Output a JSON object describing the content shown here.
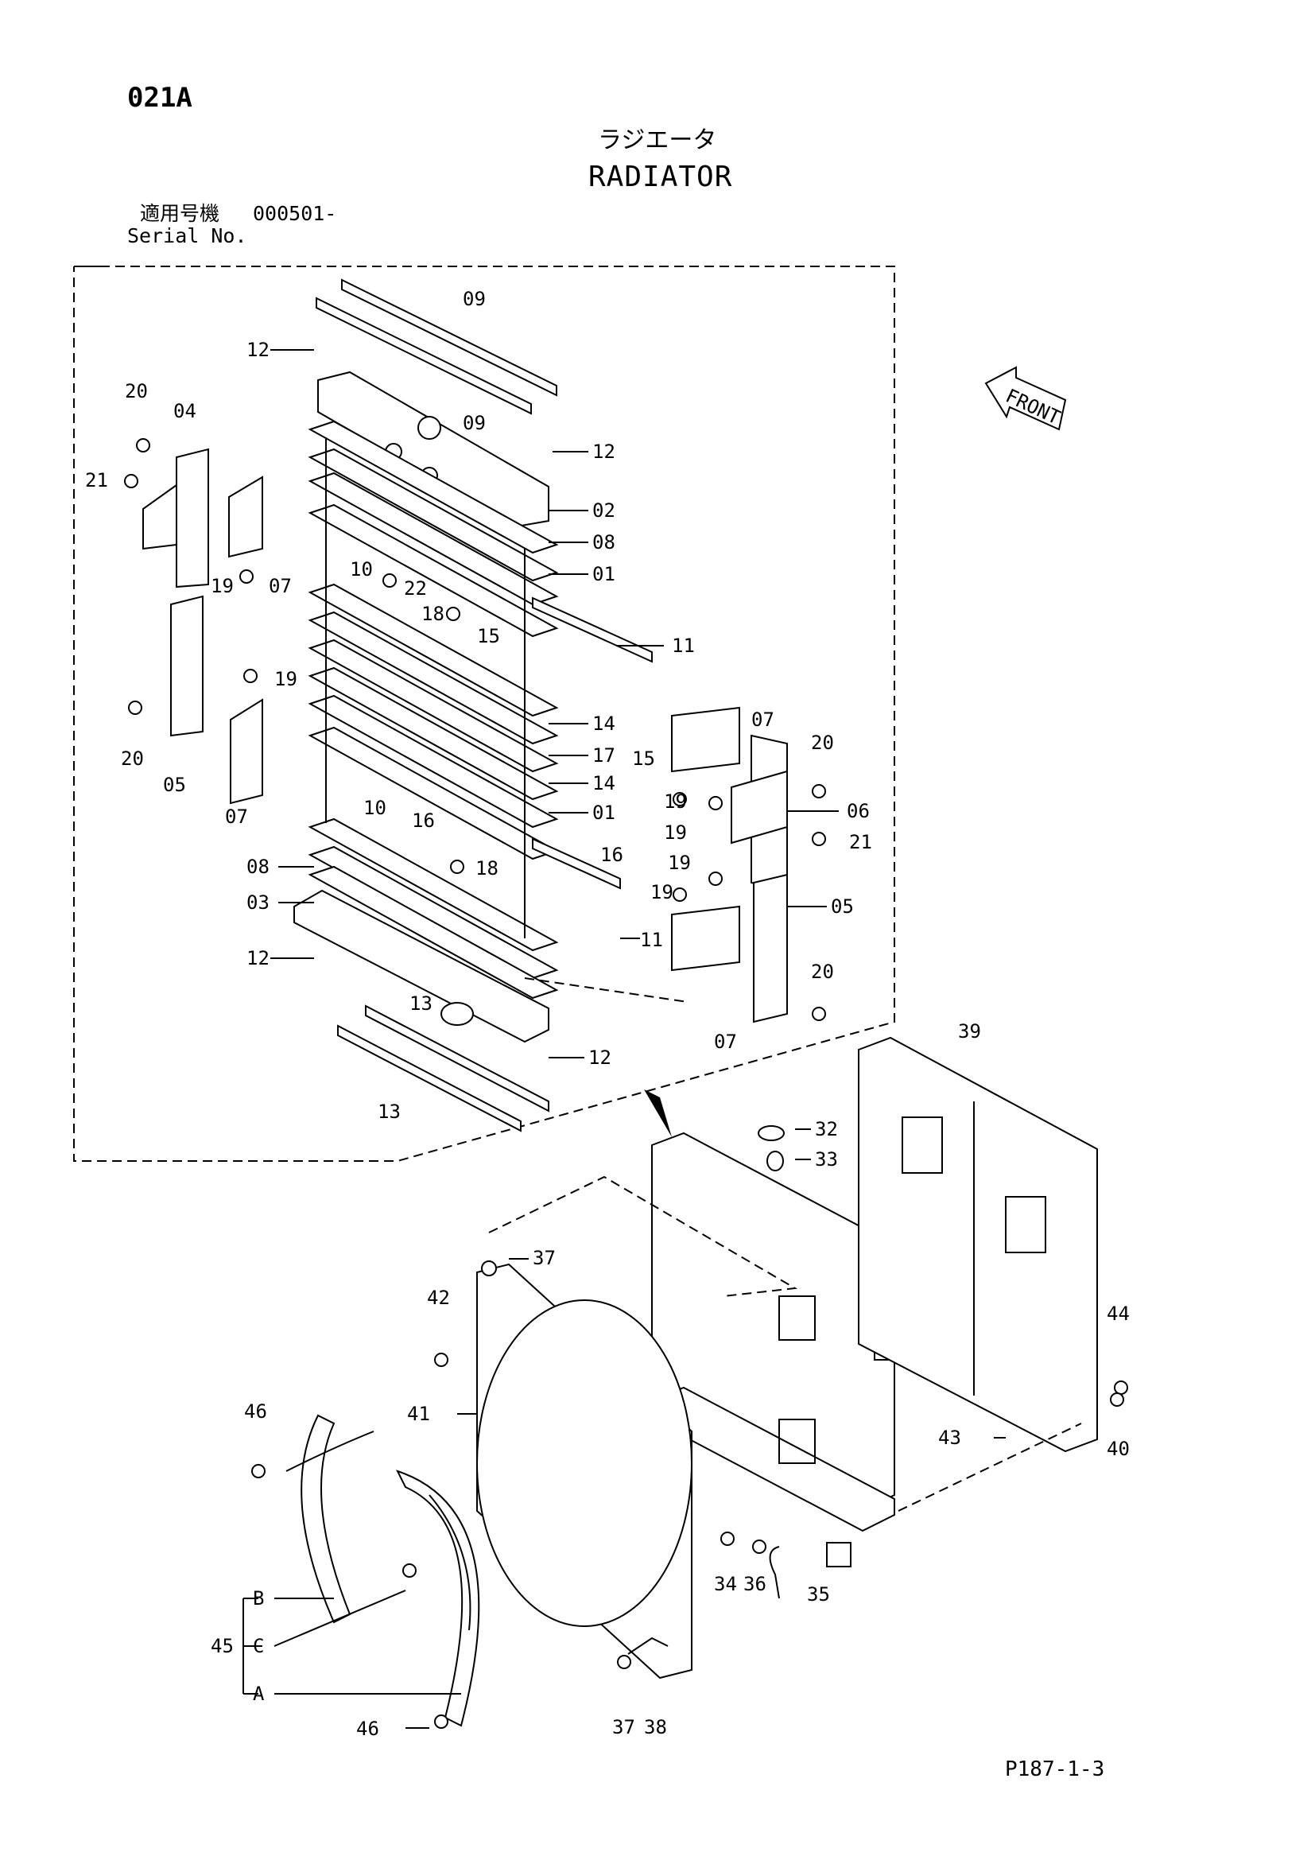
{
  "header": {
    "page_code": "021A",
    "title_jp": "ラジエータ",
    "title_en": "RADIATOR",
    "serial_label_jp": "適用号機",
    "serial_value": "000501-",
    "serial_label_en": "Serial No."
  },
  "front_indicator": "FRONT",
  "callouts": {
    "c09a": "09",
    "c09b": "09",
    "c12a": "12",
    "c12b": "12",
    "c12c": "12",
    "c12d": "12",
    "c20a": "20",
    "c20b": "20",
    "c20c": "20",
    "c20d": "20",
    "c04": "04",
    "c21a": "21",
    "c21b": "21",
    "c02": "02",
    "c08a": "08",
    "c08b": "08",
    "c01a": "01",
    "c01b": "01",
    "c10a": "10",
    "c10b": "10",
    "c19a": "19",
    "c19b": "19",
    "c19c": "19",
    "c19d": "19",
    "c19e": "19",
    "c19f": "19",
    "c07a": "07",
    "c07b": "07",
    "c07c": "07",
    "c07d": "07",
    "c22": "22",
    "c18a": "18",
    "c18b": "18",
    "c11a": "11",
    "c11b": "11",
    "c15a": "15",
    "c15b": "15",
    "c14a": "14",
    "c14b": "14",
    "c17": "17",
    "c05a": "05",
    "c05b": "05",
    "c06": "06",
    "c16a": "16",
    "c16b": "16",
    "c03": "03",
    "c13a": "13",
    "c13b": "13",
    "c39": "39",
    "c32": "32",
    "c33": "33",
    "c37a": "37",
    "c37b": "37",
    "c38": "38",
    "c42": "42",
    "c44": "44",
    "c40": "40",
    "c41": "41",
    "c43": "43",
    "c46a": "46",
    "c46b": "46",
    "c45": "45",
    "cB": "B",
    "cC": "C",
    "cA": "A",
    "c34": "34",
    "c36": "36",
    "c35": "35"
  },
  "footer": {
    "page_number": "P187-1-3"
  }
}
